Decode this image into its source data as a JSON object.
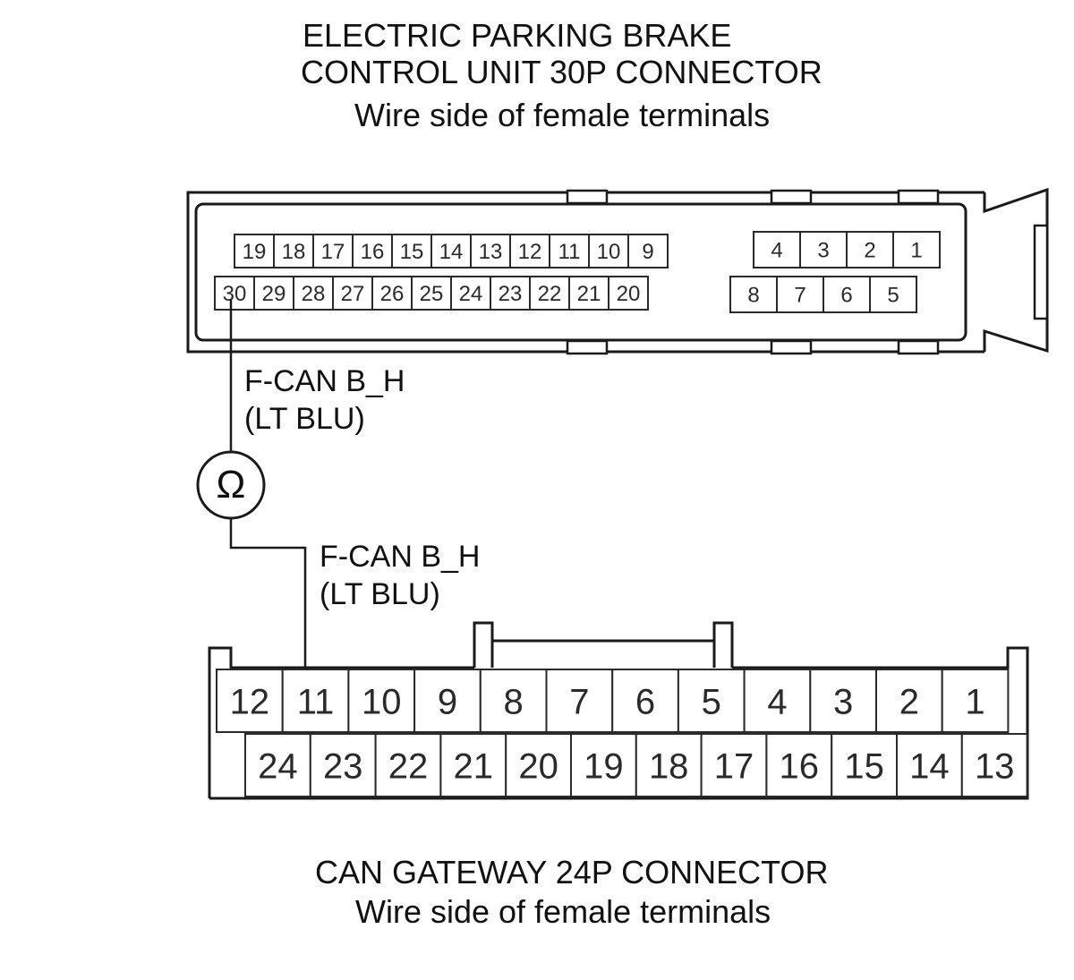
{
  "top_connector": {
    "title_line1": "ELECTRIC PARKING BRAKE",
    "title_line2": "CONTROL UNIT 30P CONNECTOR",
    "subtitle": "Wire side of female terminals",
    "left_block_row1": [
      "19",
      "18",
      "17",
      "16",
      "15",
      "14",
      "13",
      "12",
      "11",
      "10",
      "9"
    ],
    "left_block_row2": [
      "30",
      "29",
      "28",
      "27",
      "26",
      "25",
      "24",
      "23",
      "22",
      "21",
      "20"
    ],
    "right_block_row1": [
      "4",
      "3",
      "2",
      "1"
    ],
    "right_block_row2": [
      "8",
      "7",
      "6",
      "5"
    ]
  },
  "wire_upper": {
    "signal": "F-CAN B_H",
    "color": "(LT BLU)"
  },
  "meter": {
    "symbol": "Ω"
  },
  "wire_lower": {
    "signal": "F-CAN B_H",
    "color": "(LT BLU)"
  },
  "bottom_connector": {
    "title": "CAN GATEWAY 24P CONNECTOR",
    "subtitle": "Wire side of female terminals",
    "row1": [
      "12",
      "11",
      "10",
      "9",
      "8",
      "7",
      "6",
      "5",
      "4",
      "3",
      "2",
      "1"
    ],
    "row2": [
      "24",
      "23",
      "22",
      "21",
      "20",
      "19",
      "18",
      "17",
      "16",
      "15",
      "14",
      "13"
    ]
  }
}
